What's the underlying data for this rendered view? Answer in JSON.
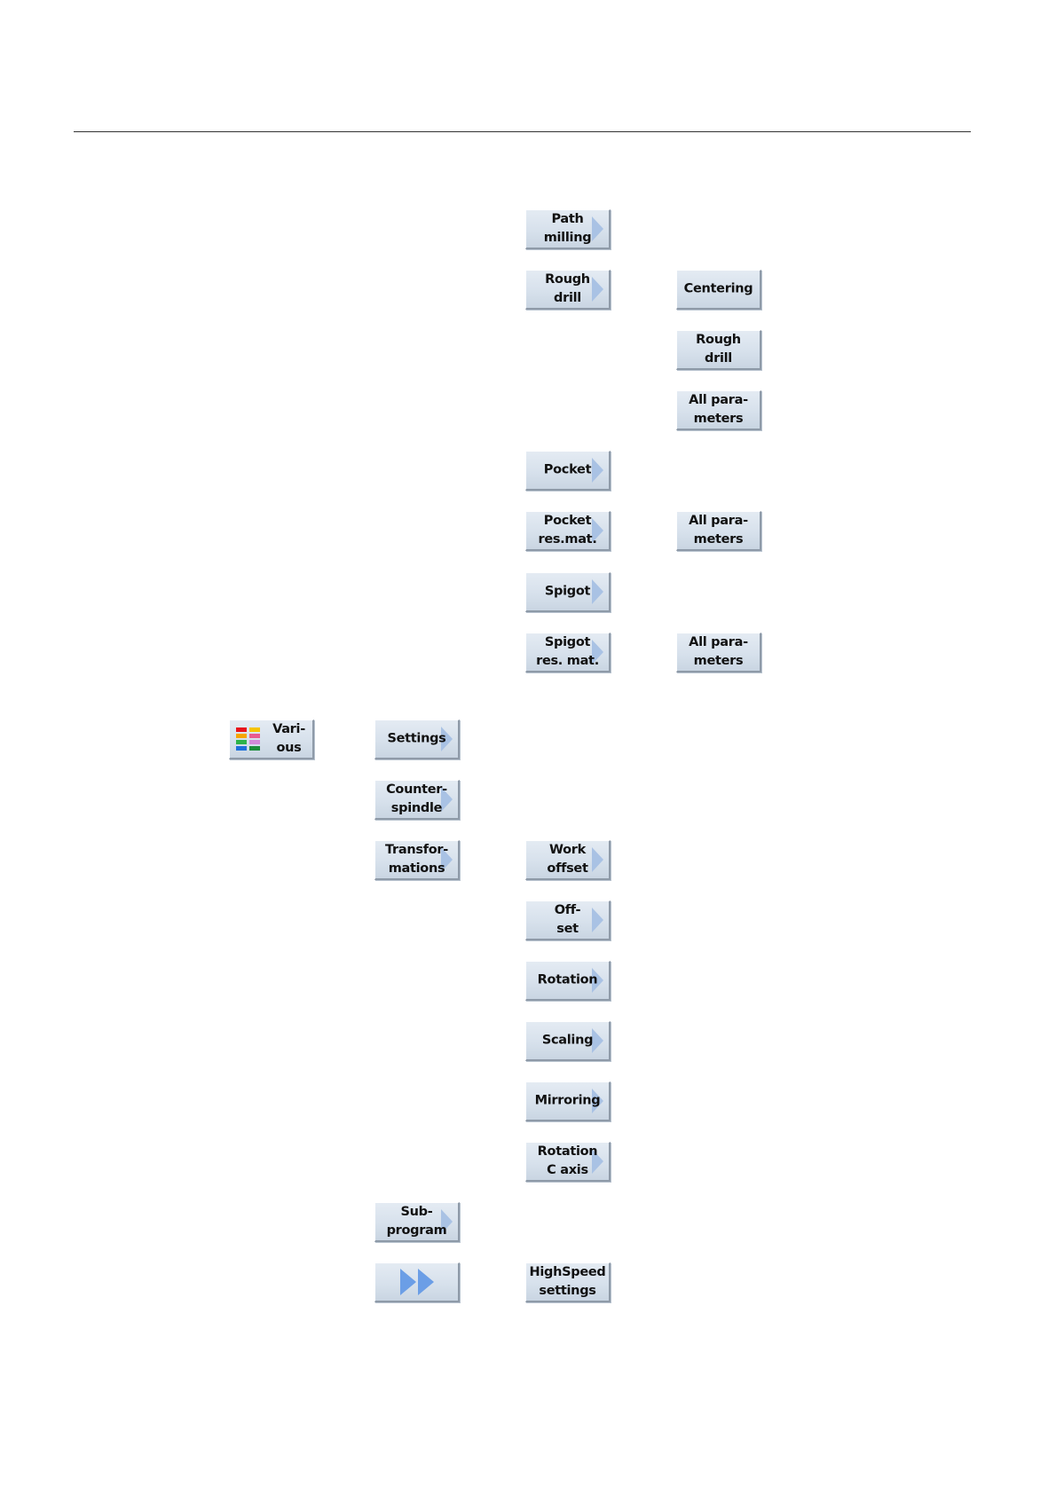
{
  "softkeys": {
    "path_milling": "Path\nmilling",
    "rough_drill_menu": "Rough\ndrill",
    "centering": "Centering",
    "rough_drill": "Rough\ndrill",
    "all_parameters_1": "All para-\nmeters",
    "pocket": "Pocket",
    "pocket_res_mat": "Pocket\nres.mat.",
    "all_parameters_2": "All para-\nmeters",
    "spigot": "Spigot",
    "spigot_res_mat": "Spigot\nres. mat.",
    "all_parameters_3": "All para-\nmeters",
    "various": "Vari-\nous",
    "settings": "Settings",
    "counter_spindle": "Counter-\nspindle",
    "transformations": "Transfor-\nmations",
    "work_offset": "Work\noffset",
    "offset": "Off-\nset",
    "rotation": "Rotation",
    "scaling": "Scaling",
    "mirroring": "Mirroring",
    "rotation_c_axis": "Rotation\nC axis",
    "subprogram": "Sub-\nprogram",
    "highspeed_settings": "HighSpeed\nsettings"
  },
  "icons": {
    "various": "color-grid-icon",
    "submenu": "right-triangle-arrow-icon",
    "more": "double-arrow-right-icon"
  },
  "colors": {
    "softkey_face": "#d7e1ec",
    "arrow": "#a9c2e4",
    "double_arrow": "#6b9ee6"
  }
}
